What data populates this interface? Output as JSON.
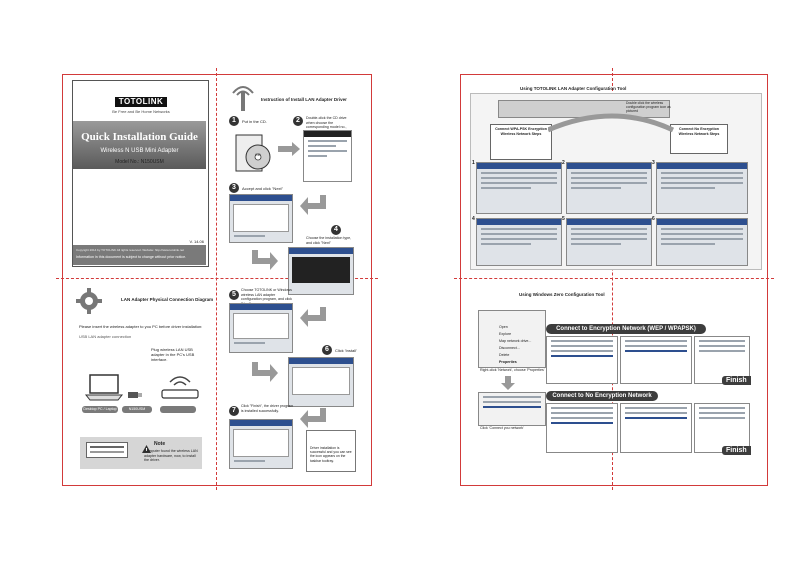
{
  "left_page": {
    "brand_logo": "TOTOLINK",
    "brand_tagline": "Be Free and Be Home Networks",
    "guide_title": "Quick Installation Guide",
    "guide_subtitle": "Wireless N USB Mini Adapter",
    "model": "Model No.: N150USM",
    "version": "V. 14.06",
    "copyright": "Copyright 2014 by TOTOLINK All rights reserved. Website: http://www.totolink.net",
    "notice": "Information in this document is subject to change without prior notice.",
    "install_driver_title": "Instruction of Install LAN Adapter Driver",
    "steps": [
      {
        "num": "1",
        "text": "Put in the CD."
      },
      {
        "num": "2",
        "text": "Double-click the CD drive when choose the corresponding model no., then click \"Install\"."
      },
      {
        "num": "3",
        "text": "Accept and click \"Next\""
      },
      {
        "num": "4",
        "text": "Choose the installation type, and click \"Next\""
      },
      {
        "num": "5",
        "text": "Choose TOTOLINK or Windows wireless LAN adapter configuration program, and click \"Next\""
      },
      {
        "num": "6",
        "text": "Click 'Install'"
      },
      {
        "num": "7",
        "text": "Click \"Finish\", the driver program is installed successfully."
      }
    ],
    "cd_label": "CD",
    "finish_note": "Driver installation is successful and you can see the icon appears on the taskbar tooltray.",
    "physical_title": "LAN Adapter Physical Connection Diagram",
    "physical_intro": "Please insert the wireless adapter to you PC before driver installation:",
    "physical_sub": "USB LAN adapter connection",
    "plug_text": "Plug wireless LAN USB adapter in the PC's USB interface.",
    "device_label": "Desktop PC / Laptop",
    "adapter_label": "N150USM",
    "note_title": "Note",
    "note_text": "Computer found the wireless LAN adapter hardware, now, to install the driver."
  },
  "right_page": {
    "config_tool_title": "Using TOTOLINK LAN Adapter Configuration Tool",
    "tray_hint": "Double click the wireless configuration program icon as pictured",
    "left_callout": "Connect WPA-PSK Encryption Wireless Network Steps",
    "right_callout": "Connect No Encryption Wireless Network Steps",
    "zero_config_title": "Using Windows Zero Configuration Tool",
    "encrypted_banner": "Connect to Encryption Network (WEP / WPAPSK)",
    "open_banner": "Connect to No Encryption Network",
    "finish": "Finish",
    "right_click_text": "Right-click 'Network', choose 'Properties'",
    "connect_text": "Click 'Connect you network'",
    "menu_items": [
      "Open",
      "Explore",
      "Map network drive...",
      "Disconnect...",
      "Delete",
      "Properties"
    ],
    "grid_numbers": [
      "1",
      "2",
      "3",
      "4",
      "5",
      "6"
    ]
  }
}
